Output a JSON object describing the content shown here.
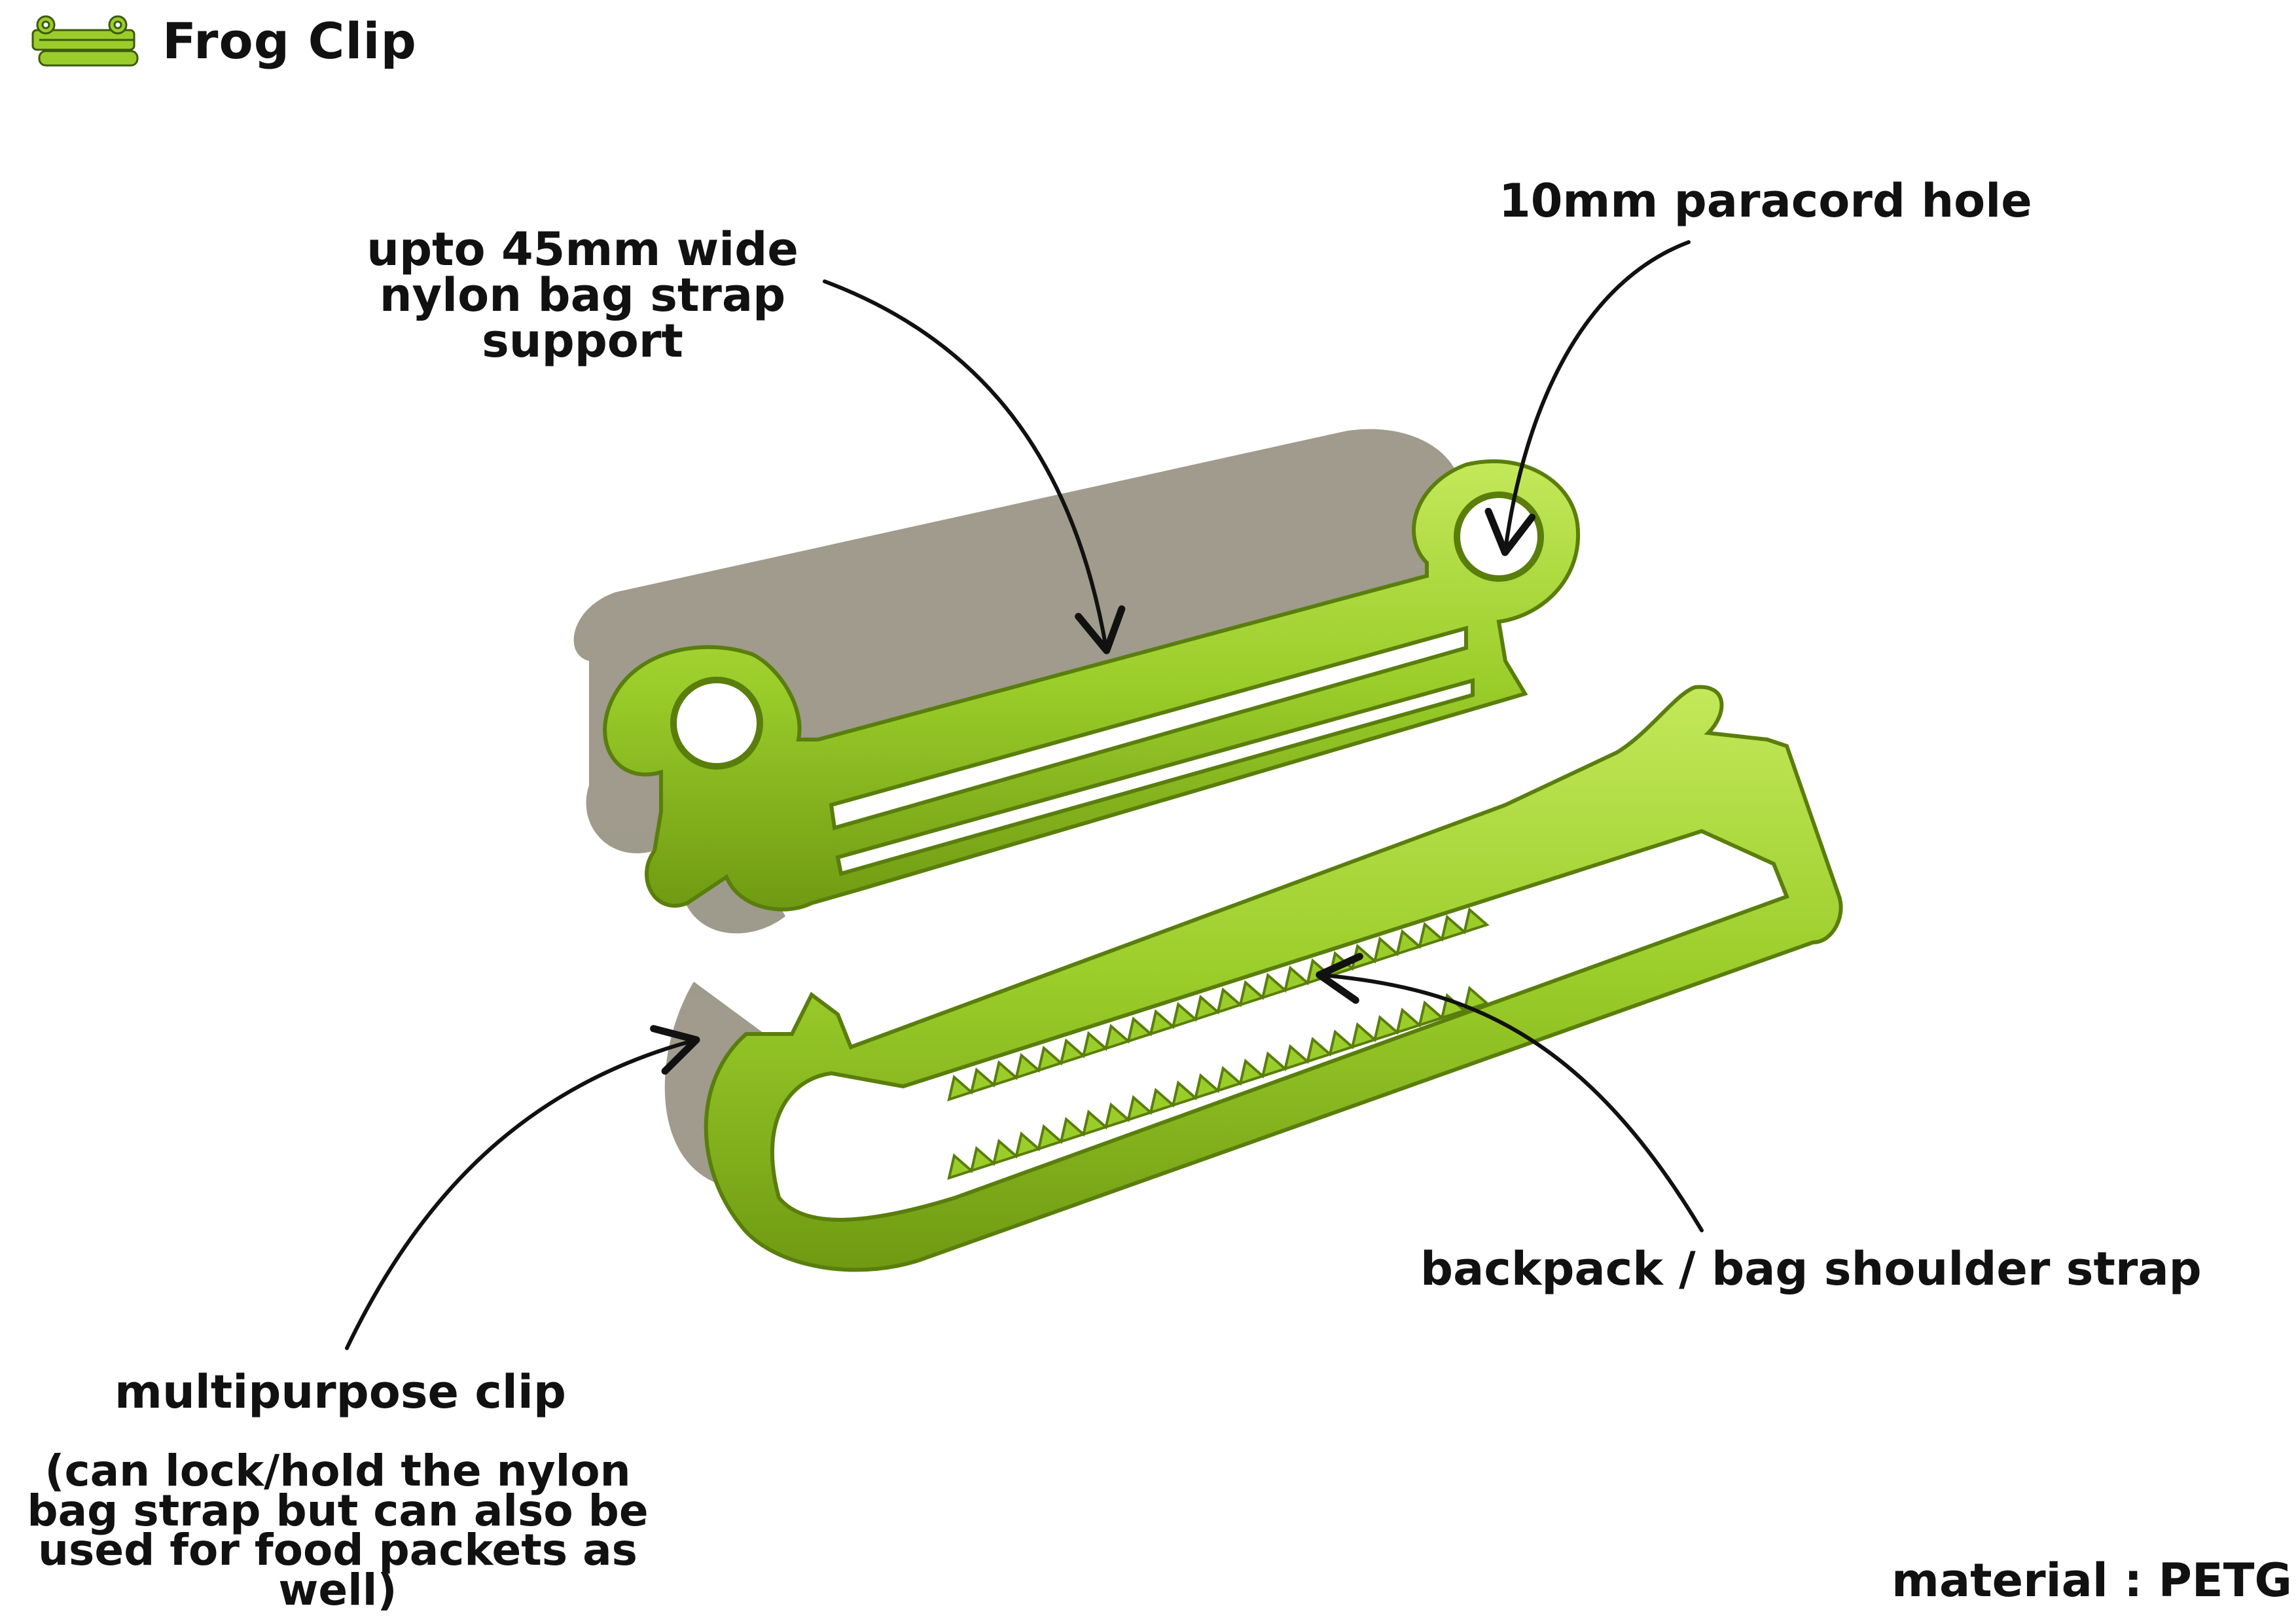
{
  "header": {
    "logo_icon": "frog-clip-logo-icon",
    "title": "Frog Clip"
  },
  "annotations": {
    "strap_support": "upto 45mm wide nylon bag strap support",
    "paracord_hole": "10mm paracord hole",
    "shoulder_strap": "backpack / bag shoulder strap",
    "multipurpose": "multipurpose clip",
    "multipurpose_note": "(can lock/hold the nylon bag strap but can also be used for food packets as well)",
    "material": "material : PETG"
  },
  "colors": {
    "plastic": "#9acd2a",
    "plastic_dark": "#6f9a12",
    "plastic_light": "#c4e85a",
    "shadow": "#8f8a78",
    "ink": "#111111"
  }
}
